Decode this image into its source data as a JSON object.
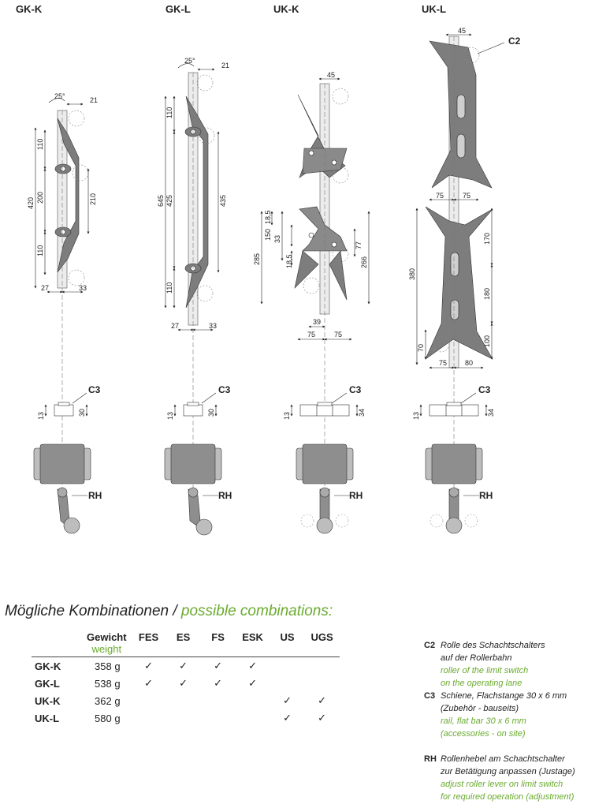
{
  "columns": [
    "GK-K",
    "GK-L",
    "UK-K",
    "UK-L"
  ],
  "dimensions": {
    "gkk": [
      "25°",
      "21",
      "110",
      "420",
      "200",
      "210",
      "110",
      "27",
      "33"
    ],
    "gkl": [
      "25°",
      "21",
      "110",
      "645",
      "425",
      "435",
      "110",
      "27",
      "33"
    ],
    "ukk": [
      "45",
      "18,5",
      "150",
      "33",
      "18,5",
      "285",
      "77",
      "266",
      "39",
      "75",
      "75"
    ],
    "ukl": [
      "45",
      "75",
      "75",
      "170",
      "380",
      "180",
      "70",
      "100",
      "75",
      "80"
    ],
    "c3": [
      "13",
      "30",
      "13",
      "30",
      "13",
      "34",
      "13",
      "34"
    ]
  },
  "callouts": {
    "c2": "C2",
    "c3": "C3",
    "rh": "RH"
  },
  "heading": {
    "de": "Mögliche Kombinationen /",
    "en": "possible combinations:"
  },
  "table": {
    "weight_de": "Gewicht",
    "weight_en": "weight",
    "columns": [
      "FES",
      "ES",
      "FS",
      "ESK",
      "US",
      "UGS"
    ],
    "check": "✓",
    "rows": [
      {
        "name": "GK-K",
        "weight": "358 g",
        "checks": [
          true,
          true,
          true,
          true,
          false,
          false
        ]
      },
      {
        "name": "GK-L",
        "weight": "538 g",
        "checks": [
          true,
          true,
          true,
          true,
          false,
          false
        ]
      },
      {
        "name": "UK-K",
        "weight": "362 g",
        "checks": [
          false,
          false,
          false,
          false,
          true,
          true
        ]
      },
      {
        "name": "UK-L",
        "weight": "580 g",
        "checks": [
          false,
          false,
          false,
          false,
          true,
          true
        ]
      }
    ]
  },
  "legend": [
    {
      "key": "C2",
      "de": [
        "Rolle des Schachtschalters",
        "auf der Rollerbahn"
      ],
      "en": [
        "roller of the limit switch",
        "on the operating lane"
      ]
    },
    {
      "key": "C3",
      "de": [
        "Schiene, Flachstange 30 x 6 mm",
        "(Zubehör - bauseits)"
      ],
      "en": [
        "rail, flat bar 30 x 6 mm",
        "(accessories - on site)"
      ]
    },
    {
      "key": "RH",
      "de": [
        "Rollenhebel am Schachtschalter",
        "zur Betätigung anpassen (Justage)"
      ],
      "en": [
        "adjust roller lever on limit switch",
        "for required operation (adjustment)"
      ]
    }
  ],
  "colors": {
    "part": "#7d7d7d",
    "part_light": "#bdbdbd",
    "english_text": "#6aab2e"
  }
}
